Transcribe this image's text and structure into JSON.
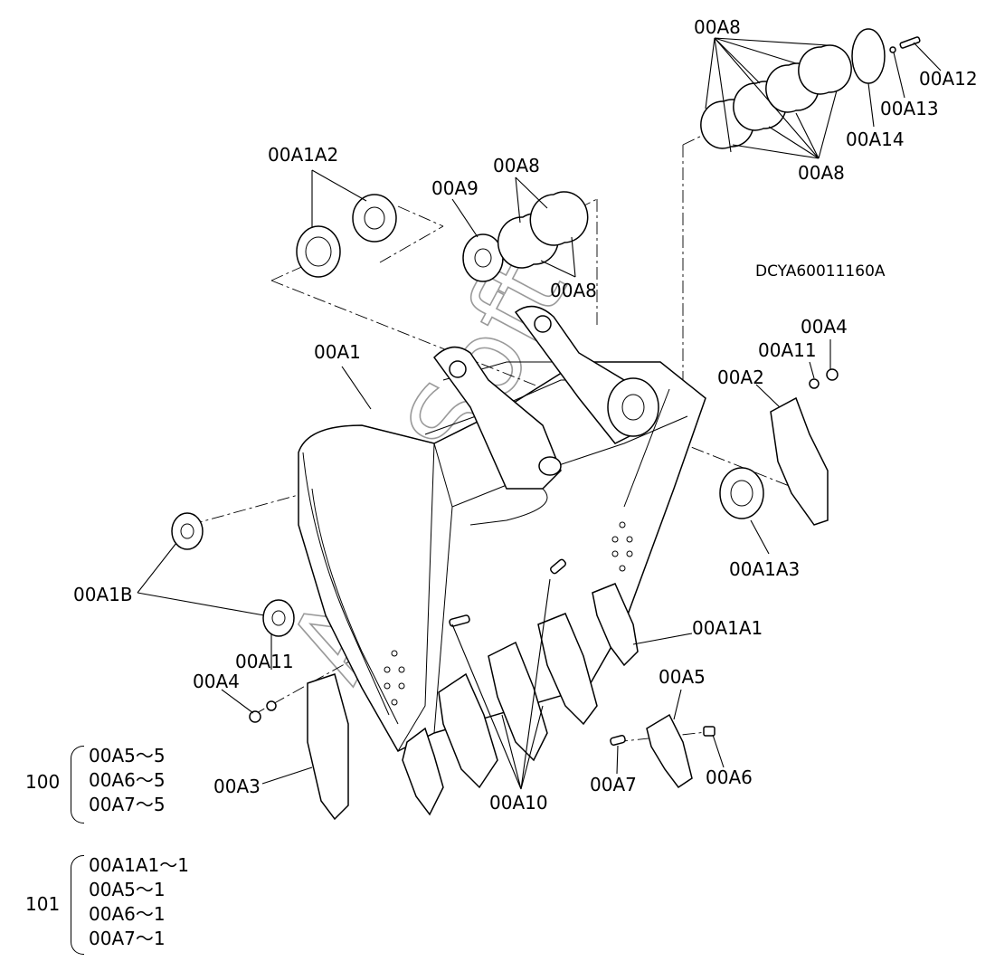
{
  "diagram_code": "DCYA60011160A",
  "watermark": "AutoSoft",
  "labels": {
    "a8_top": "00A8",
    "a8_right": "00A8",
    "a12": "00A12",
    "a13": "00A13",
    "a14": "00A14",
    "a1a2": "00A1A2",
    "a9": "00A9",
    "a8_mid": "00A8",
    "a8_mid_low": "00A8",
    "a4_right": "00A4",
    "a11_right": "00A11",
    "a2": "00A2",
    "a1": "00A1",
    "a1a3": "00A1A3",
    "a1b": "00A1B",
    "a1a1": "00A1A1",
    "a11_left": "00A11",
    "a4_left": "00A4",
    "a5": "00A5",
    "a3": "00A3",
    "a10": "00A10",
    "a7": "00A7",
    "a6": "00A6"
  },
  "kits": [
    {
      "number": "100",
      "items": [
        "00A5～5",
        "00A6～5",
        "00A7～5"
      ]
    },
    {
      "number": "101",
      "items": [
        "00A1A1～1",
        "00A5～1",
        "00A6～1",
        "00A7～1"
      ]
    }
  ]
}
